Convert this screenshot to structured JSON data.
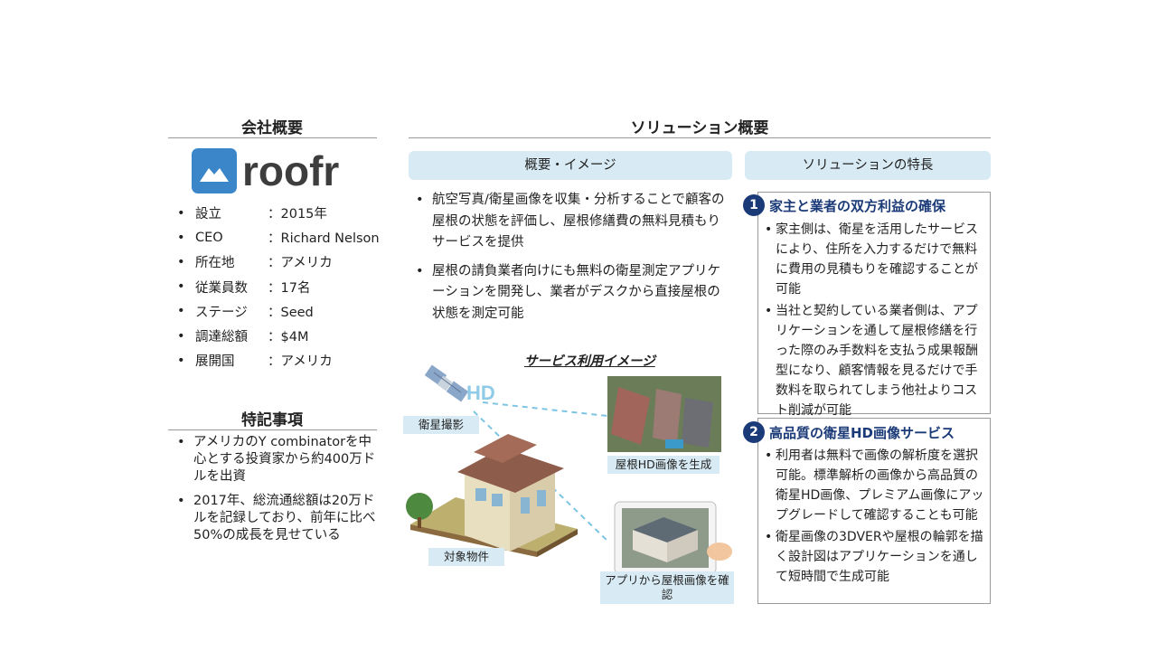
{
  "company": {
    "title": "会社概要",
    "logo_text": "roofr",
    "profile": [
      {
        "label": "設立",
        "value": "：2015年"
      },
      {
        "label": "CEO",
        "value": "：Richard Nelson"
      },
      {
        "label": "所在地",
        "value": "：アメリカ"
      },
      {
        "label": "従業員数",
        "value": "：17名"
      },
      {
        "label": "ステージ",
        "value": "：Seed"
      },
      {
        "label": "調達総額",
        "value": "：$4M"
      },
      {
        "label": "展開国",
        "value": "：アメリカ"
      }
    ]
  },
  "notes": {
    "title": "特記事項",
    "items": [
      "アメリカのY combinatorを中心とする投資家から約400万ドルを出資",
      "2017年、総流通総額は20万ドルを記録しており、前年に比べ50%の成長を見せている"
    ]
  },
  "solution": {
    "title": "ソリューション概要",
    "overview_pill": "概要・イメージ",
    "features_pill": "ソリューションの特長",
    "overview_items": [
      "航空写真/衛星画像を収集・分析することで顧客の屋根の状態を評価し、屋根修繕費の無料見積もりサービスを提供",
      "屋根の請負業者向けにも無料の衛星測定アプリケーションを開発し、業者がデスクから直接屋根の状態を測定可能"
    ],
    "image_title": "サービス利用イメージ",
    "hd_label": "HD",
    "tags": {
      "satellite": "衛星撮影",
      "roof_hd": "屋根HD画像を生成",
      "property": "対象物件",
      "app": "アプリから屋根画像を確認"
    }
  },
  "features": [
    {
      "num": "1",
      "title": "家主と業者の双方利益の確保",
      "items": [
        "家主側は、衛星を活用したサービスにより、住所を入力するだけで無料に費用の見積もりを確認することが可能",
        "当社と契約している業者側は、アプリケーションを通して屋根修繕を行った際のみ手数料を支払う成果報酬型になり、顧客情報を見るだけで手数料を取られてしまう他社よりコスト削減が可能"
      ]
    },
    {
      "num": "2",
      "title": "高品質の衛星HD画像サービス",
      "items": [
        "利用者は無料で画像の解析度を選択可能。標準解析の画像から高品質の衛星HD画像、プレミアム画像にアップグレードして確認することも可能",
        "衛星画像の3DVERや屋根の輪郭を描く設計図はアプリケーションを通して短時間で生成可能"
      ]
    }
  ],
  "colors": {
    "accent": "#1b3a78",
    "pill": "#d8ebf4",
    "logo": "#3a86c8"
  }
}
